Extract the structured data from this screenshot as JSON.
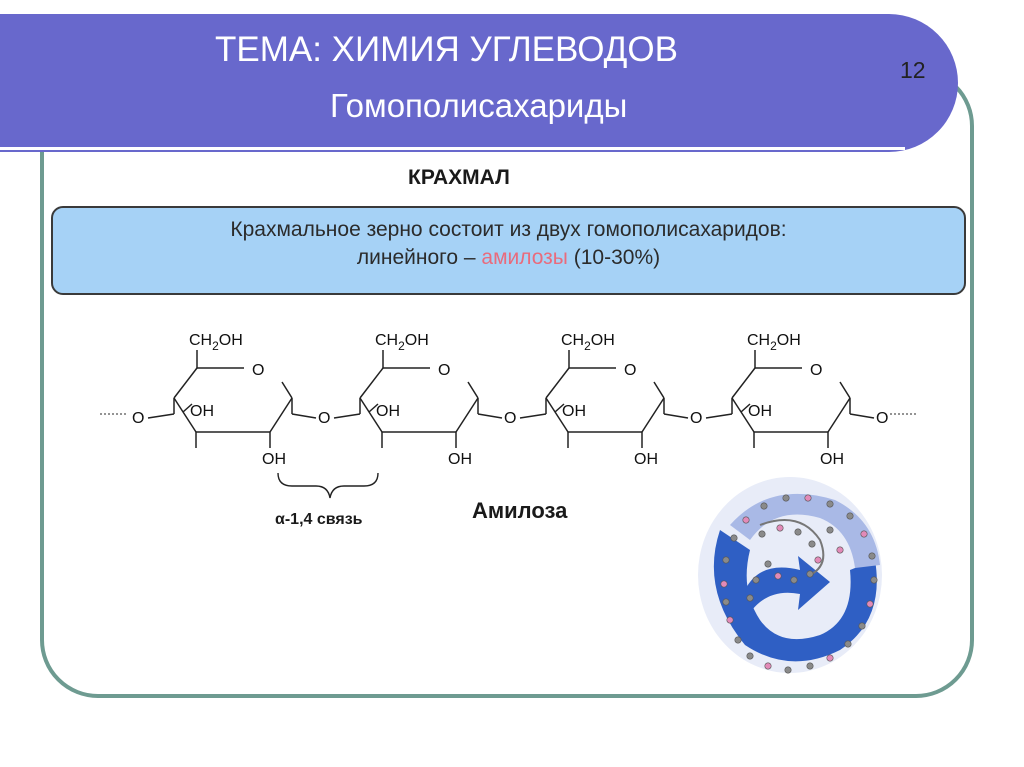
{
  "header": {
    "title": "ТЕМА: ХИМИЯ УГЛЕВОДОВ",
    "subtitle": "Гомополисахариды",
    "slide_number": "12"
  },
  "section_title": "КРАХМАЛ",
  "description": {
    "line1": "Крахмальное зерно состоит из двух гомополисахаридов:",
    "line2_prefix": "линейного – ",
    "line2_highlight": "амилозы",
    "line2_suffix": " (10-30%)"
  },
  "structure": {
    "group_main": "CH",
    "group_sub": "2",
    "group_tail": "OH",
    "ring_oxygen": "O",
    "hydroxyl": "OH",
    "bridge_oxygen": "O"
  },
  "bond_label": "α-1,4 связь",
  "molecule_label": "Амилоза",
  "colors": {
    "header_bg": "#6868cc",
    "frame_border": "#6e9b91",
    "box_bg": "#a6d2f6",
    "highlight": "#e96b7c",
    "helix_dark": "#2f5fc4",
    "helix_light": "#a9b9e6"
  }
}
